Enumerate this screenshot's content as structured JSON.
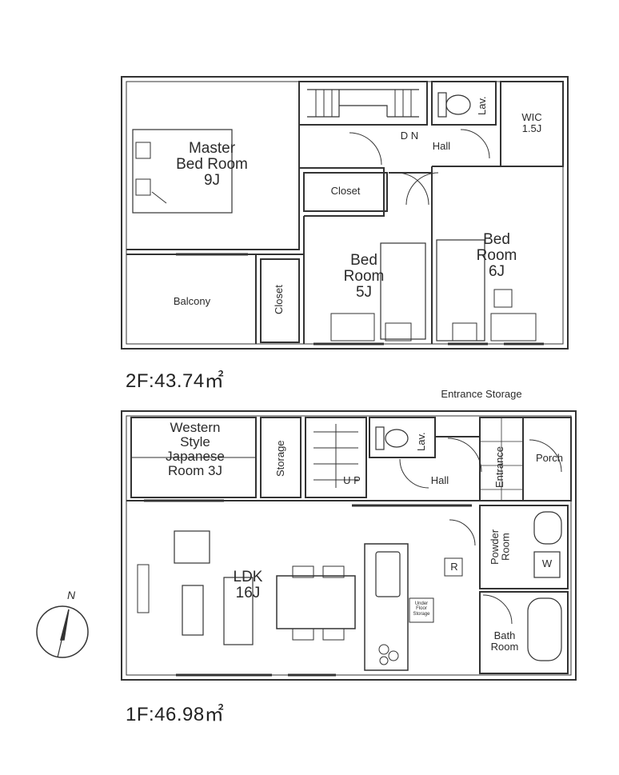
{
  "floor2": {
    "area": "2F:43.74㎡",
    "rooms": {
      "master": "Master\nBed Room\n9J",
      "wic": "WIC\n1.5J",
      "hall": "Hall",
      "dn": "D N",
      "lav": "Lav.",
      "closet_top": "Closet",
      "closet_side": "Closet",
      "bed5": "Bed\nRoom\n5J",
      "bed6": "Bed\nRoom\n6J",
      "balcony": "Balcony"
    }
  },
  "floor1": {
    "area": "1F:46.98㎡",
    "rooms": {
      "western": "Western\nStyle\nJapanese\nRoom 3J",
      "storage": "Storage",
      "up": "U P",
      "lav": "Lav.",
      "hall": "Hall",
      "entrance_storage": "Entrance Storage",
      "entrance": "Entrance",
      "porch": "Porch",
      "ldk": "LDK\n16J",
      "powder": "Powder\nRoom",
      "w": "W",
      "r": "R",
      "bath": "Bath\nRoom",
      "under_floor": "Under\nFloor\nStorage"
    }
  },
  "compass": {
    "label": "N"
  }
}
